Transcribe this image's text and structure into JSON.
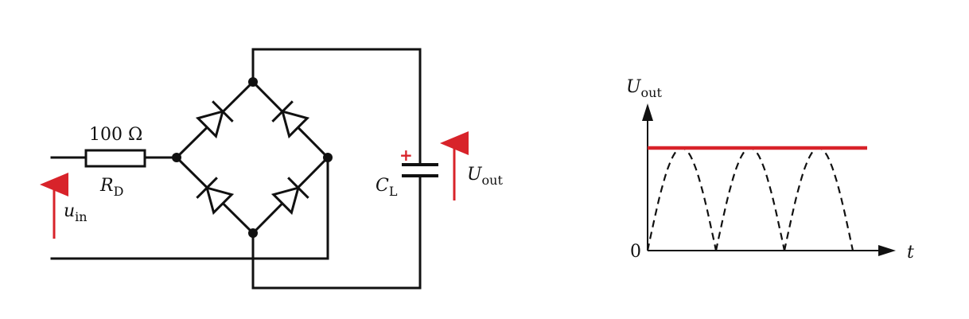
{
  "circuit": {
    "resistor_value": "100 Ω",
    "resistor_name": "R",
    "resistor_sub": "D",
    "input_voltage_name": "u",
    "input_voltage_sub": "in",
    "capacitor_name": "C",
    "capacitor_sub": "L",
    "capacitor_polarity": "+",
    "output_voltage_name": "U",
    "output_voltage_sub": "out"
  },
  "graph": {
    "y_axis_name": "U",
    "y_axis_sub": "out",
    "x_axis_label": "t",
    "origin_label": "0",
    "dc_level": 1.0,
    "rectified_half_waves": 3
  },
  "colors": {
    "accent": "#d8232a",
    "line": "#111111"
  }
}
